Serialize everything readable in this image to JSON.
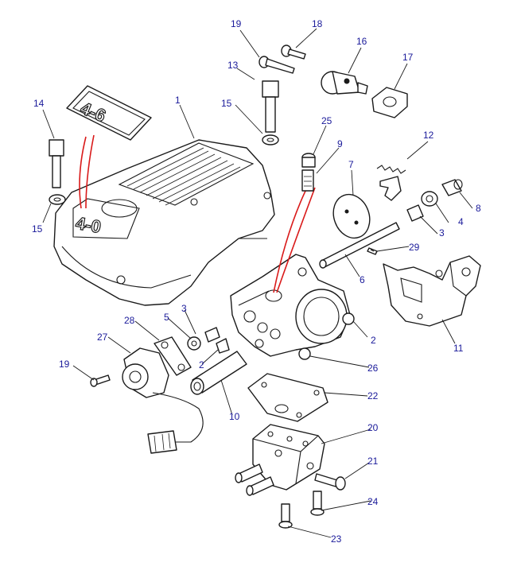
{
  "colors": {
    "line": "#1a1a1a",
    "callout_text": "#1a1a9a",
    "highlight": "#d91a1a"
  },
  "badges": {
    "top": "4-6",
    "plenum": "4-0"
  },
  "callouts": [
    {
      "id": "c1",
      "label": "1"
    },
    {
      "id": "c2a",
      "label": "2"
    },
    {
      "id": "c2b",
      "label": "2"
    },
    {
      "id": "c3a",
      "label": "3"
    },
    {
      "id": "c3b",
      "label": "3"
    },
    {
      "id": "c4",
      "label": "4"
    },
    {
      "id": "c5",
      "label": "5"
    },
    {
      "id": "c6",
      "label": "6"
    },
    {
      "id": "c7",
      "label": "7"
    },
    {
      "id": "c8",
      "label": "8"
    },
    {
      "id": "c9",
      "label": "9"
    },
    {
      "id": "c10",
      "label": "10"
    },
    {
      "id": "c11",
      "label": "11"
    },
    {
      "id": "c12",
      "label": "12"
    },
    {
      "id": "c13",
      "label": "13"
    },
    {
      "id": "c14",
      "label": "14"
    },
    {
      "id": "c15a",
      "label": "15"
    },
    {
      "id": "c15b",
      "label": "15"
    },
    {
      "id": "c16",
      "label": "16"
    },
    {
      "id": "c17",
      "label": "17"
    },
    {
      "id": "c18",
      "label": "18"
    },
    {
      "id": "c19a",
      "label": "19"
    },
    {
      "id": "c19b",
      "label": "19"
    },
    {
      "id": "c20",
      "label": "20"
    },
    {
      "id": "c21",
      "label": "21"
    },
    {
      "id": "c22",
      "label": "22"
    },
    {
      "id": "c23",
      "label": "23"
    },
    {
      "id": "c24",
      "label": "24"
    },
    {
      "id": "c25",
      "label": "25"
    },
    {
      "id": "c26",
      "label": "26"
    },
    {
      "id": "c27",
      "label": "27"
    },
    {
      "id": "c28",
      "label": "28"
    },
    {
      "id": "c29",
      "label": "29"
    }
  ]
}
